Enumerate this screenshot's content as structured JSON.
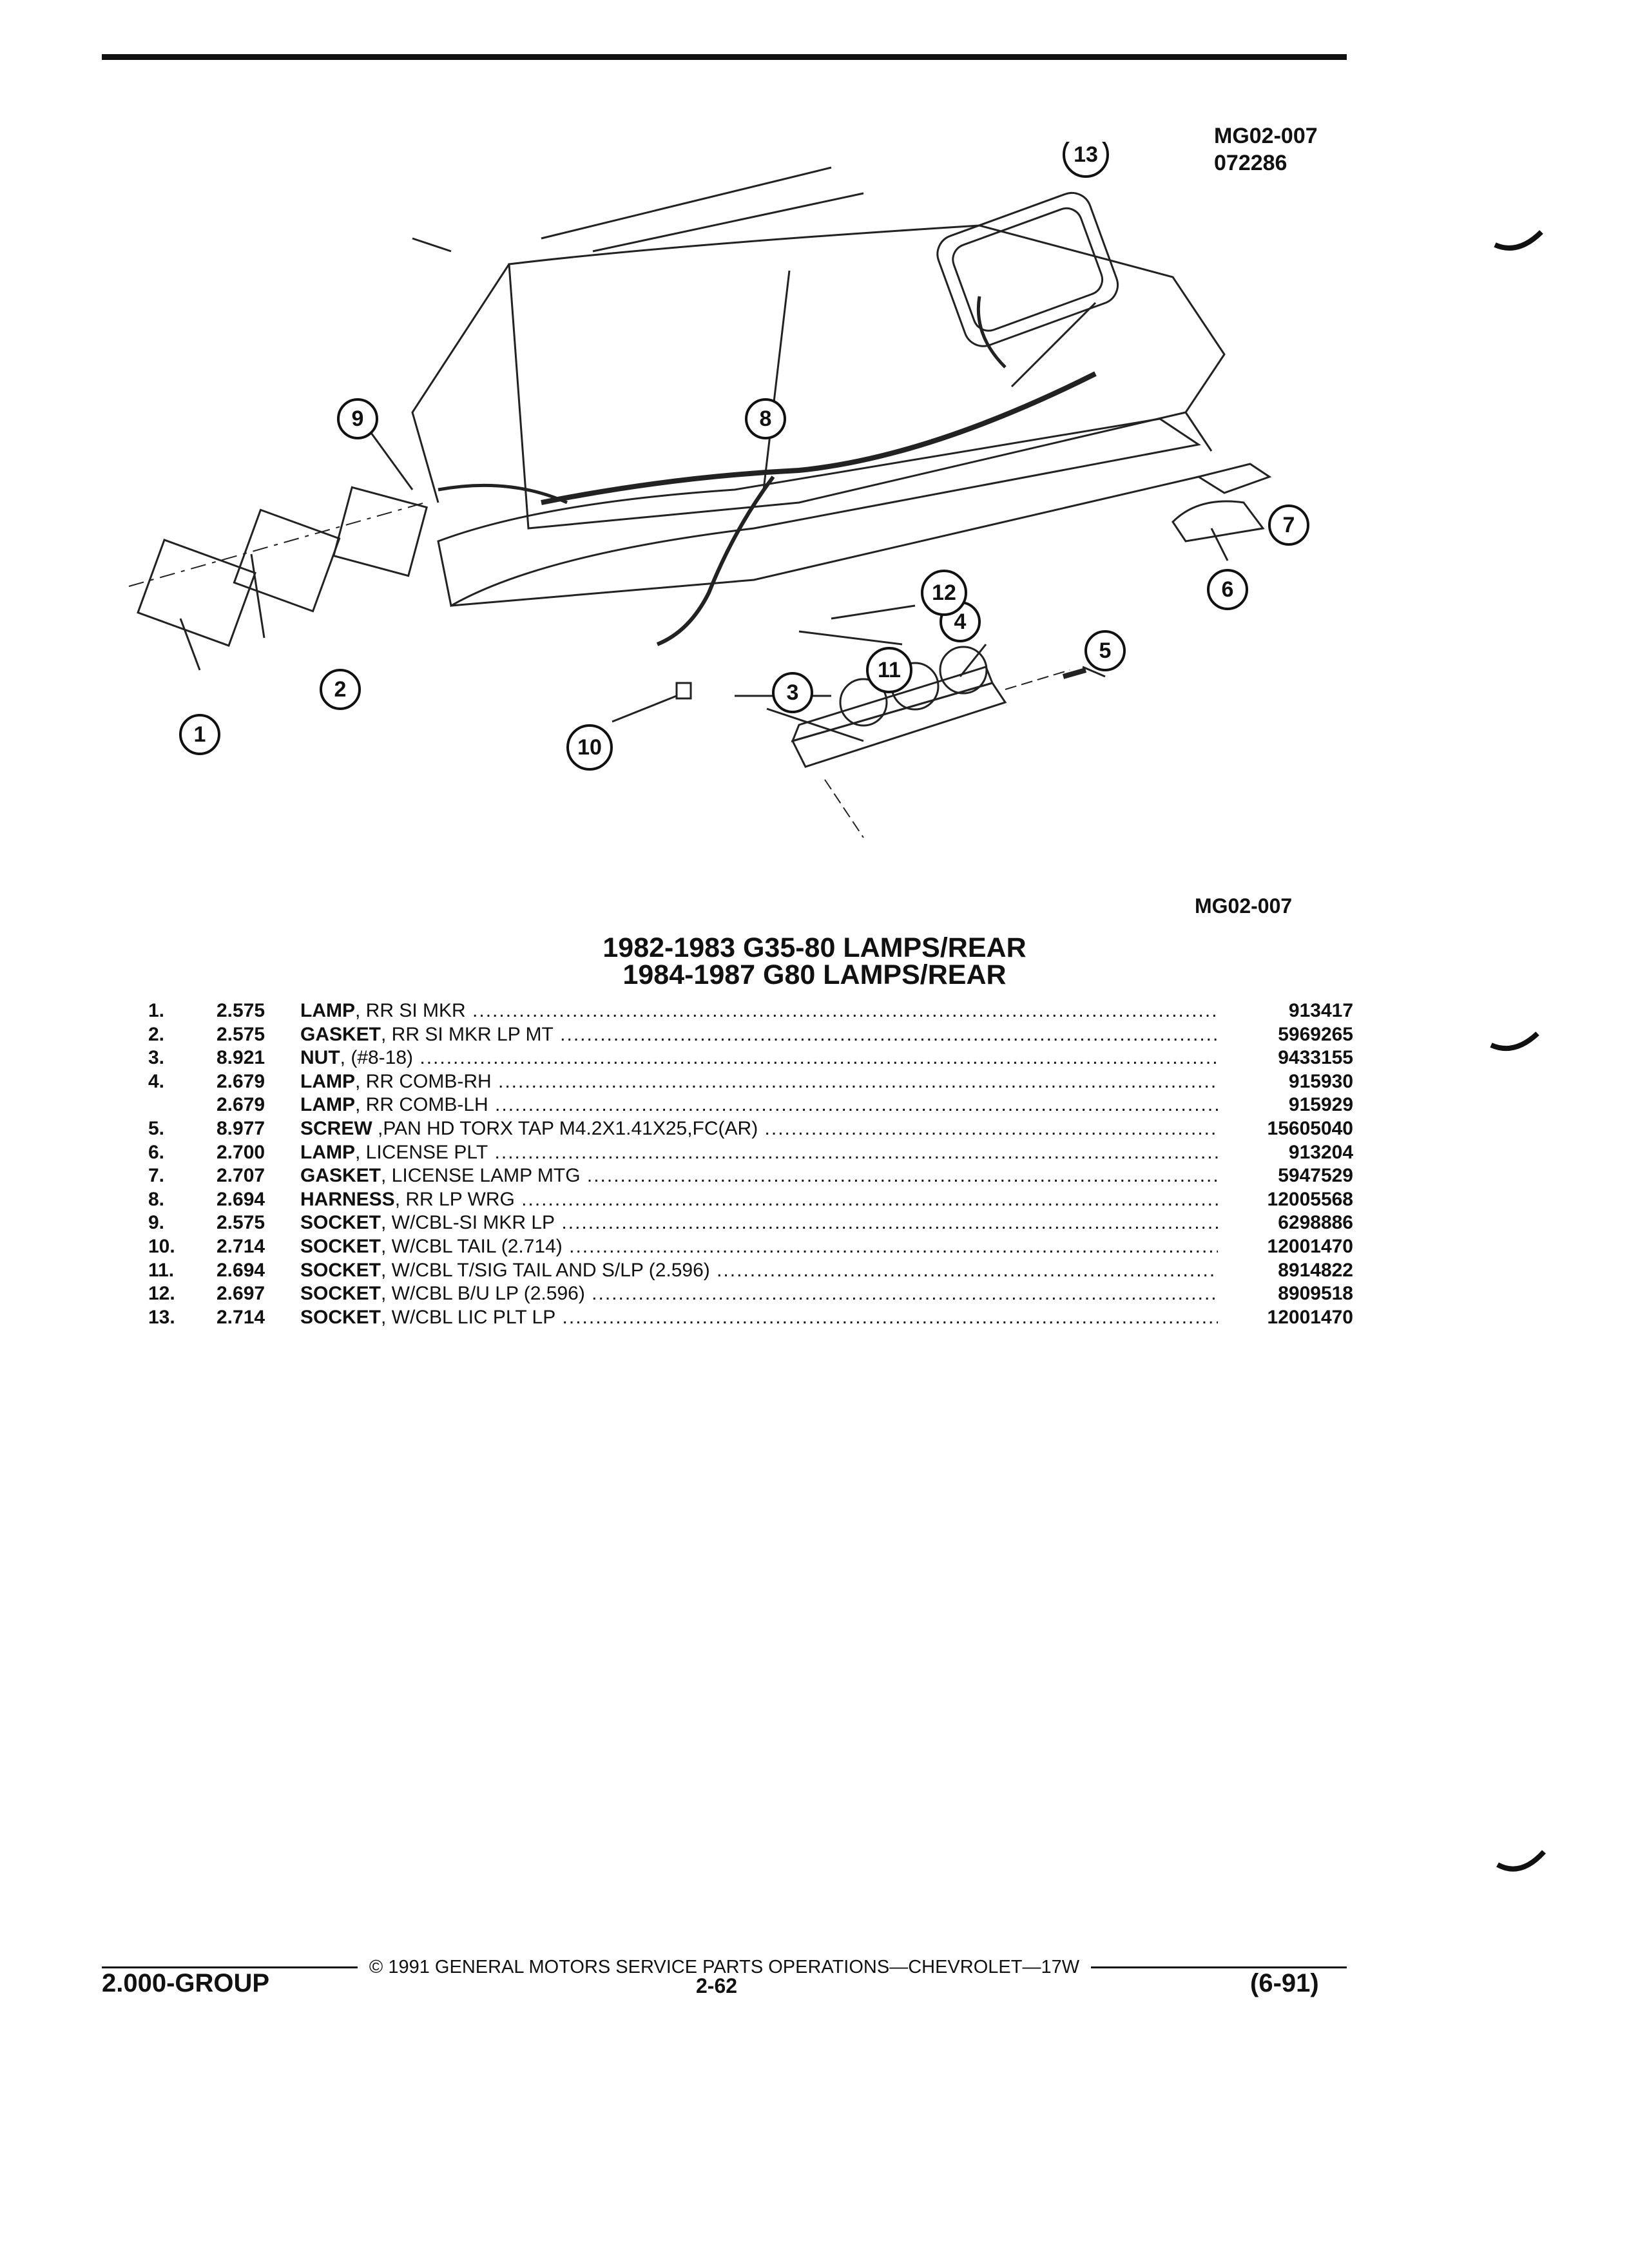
{
  "header": {
    "ref_code": "MG02-007",
    "ref_date": "072286"
  },
  "figure": {
    "label": "MG02-007",
    "callouts": [
      "1",
      "2",
      "3",
      "4",
      "5",
      "6",
      "7",
      "8",
      "9",
      "10",
      "11",
      "12",
      "13"
    ]
  },
  "titles": {
    "line1": "1982-1983 G35-80 LAMPS/REAR",
    "line2": "1984-1987 G80 LAMPS/REAR"
  },
  "parts": [
    {
      "num": "1.",
      "ref": "2.575",
      "name": "LAMP",
      "spec": ", RR SI MKR",
      "part": "913417"
    },
    {
      "num": "2.",
      "ref": "2.575",
      "name": "GASKET",
      "spec": ", RR SI MKR LP MT",
      "part": "5969265"
    },
    {
      "num": "3.",
      "ref": "8.921",
      "name": "NUT",
      "spec": ", (#8-18)",
      "part": "9433155"
    },
    {
      "num": "4.",
      "ref": "2.679",
      "name": "LAMP",
      "spec": ", RR COMB-RH",
      "part": "915930"
    },
    {
      "num": "",
      "ref": "2.679",
      "name": "LAMP",
      "spec": ", RR COMB-LH",
      "part": "915929"
    },
    {
      "num": "5.",
      "ref": "8.977",
      "name": "SCREW",
      "spec": " ,PAN HD TORX TAP M4.2X1.41X25,FC(AR)",
      "part": "15605040"
    },
    {
      "num": "6.",
      "ref": "2.700",
      "name": "LAMP",
      "spec": ", LICENSE PLT",
      "part": "913204"
    },
    {
      "num": "7.",
      "ref": "2.707",
      "name": "GASKET",
      "spec": ", LICENSE LAMP MTG",
      "part": "5947529"
    },
    {
      "num": "8.",
      "ref": "2.694",
      "name": "HARNESS",
      "spec": ", RR LP WRG",
      "part": "12005568"
    },
    {
      "num": "9.",
      "ref": "2.575",
      "name": "SOCKET",
      "spec": ", W/CBL-SI MKR LP",
      "part": "6298886"
    },
    {
      "num": "10.",
      "ref": "2.714",
      "name": "SOCKET",
      "spec": ", W/CBL TAIL (2.714)",
      "part": "12001470"
    },
    {
      "num": "11.",
      "ref": "2.694",
      "name": "SOCKET",
      "spec": ", W/CBL T/SIG TAIL AND S/LP (2.596)",
      "part": "8914822"
    },
    {
      "num": "12.",
      "ref": "2.697",
      "name": "SOCKET",
      "spec": ", W/CBL B/U LP (2.596)",
      "part": "8909518"
    },
    {
      "num": "13.",
      "ref": "2.714",
      "name": "SOCKET",
      "spec": ", W/CBL LIC PLT LP",
      "part": "12001470"
    }
  ],
  "footer": {
    "copyright": "© 1991 GENERAL MOTORS SERVICE PARTS OPERATIONS—CHEVROLET—17W",
    "group": "2.000-GROUP",
    "page": "2-62",
    "date": "(6-91)"
  }
}
